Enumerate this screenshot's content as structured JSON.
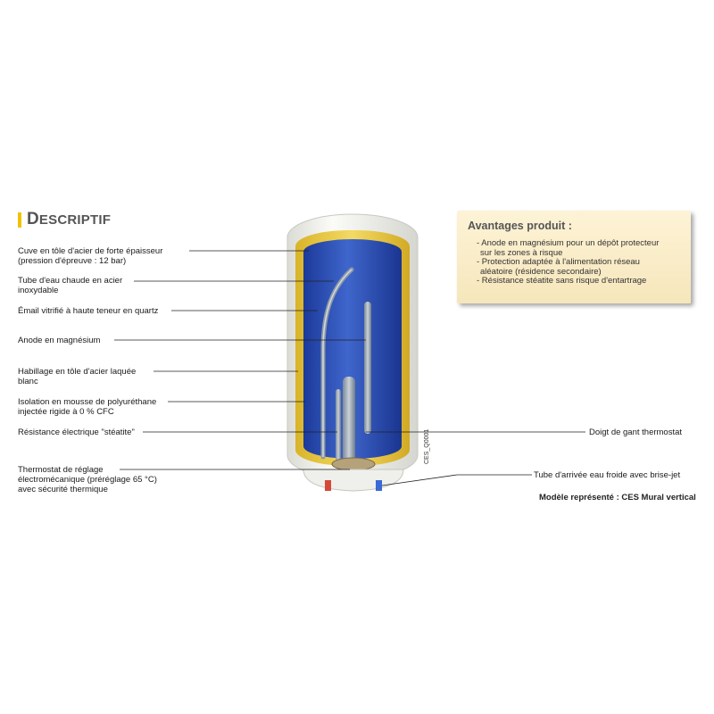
{
  "section": {
    "title_initial": "D",
    "title_rest": "ESCRIPTIF"
  },
  "labels": {
    "cuve_1": "Cuve en tôle d'acier de forte épaisseur",
    "cuve_2": "(pression d'épreuve : 12 bar)",
    "tube_chaude_1": "Tube d'eau chaude en acier",
    "tube_chaude_2": "inoxydable",
    "email": "Émail vitrifié à haute teneur en quartz",
    "anode": "Anode en magnésium",
    "habillage_1": "Habillage en tôle d'acier laquée",
    "habillage_2": "blanc",
    "isolation_1": "Isolation en mousse de polyuréthane",
    "isolation_2": "injectée rigide à 0 % CFC",
    "resistance": "Résistance électrique \"stéatite\"",
    "thermostat_1": "Thermostat de réglage",
    "thermostat_2": "électromécanique (préréglage 65 °C)",
    "thermostat_3": "avec sécurité thermique",
    "doigt_gant": "Doigt de gant thermostat",
    "tube_froide": "Tube d'arrivée eau froide avec brise-jet"
  },
  "reference_code": "CES_Q0001",
  "advantages": {
    "title": "Avantages produit :",
    "items": [
      "- Anode en magnésium pour un dépôt protecteur",
      "sur les zones à risque",
      "- Protection adaptée à l'alimentation réseau",
      "aléatoire (résidence secondaire)",
      "- Résistance stéatite sans risque d'entartrage"
    ]
  },
  "model_note": "Modèle représenté : CES Mural vertical",
  "colors": {
    "accent_bar": "#f2c200",
    "tank_blue": "#2f52b8",
    "insulation_yellow": "#efd04a",
    "casing_white": "#f4f4f0",
    "advantages_bg": "#f8ebc6"
  }
}
